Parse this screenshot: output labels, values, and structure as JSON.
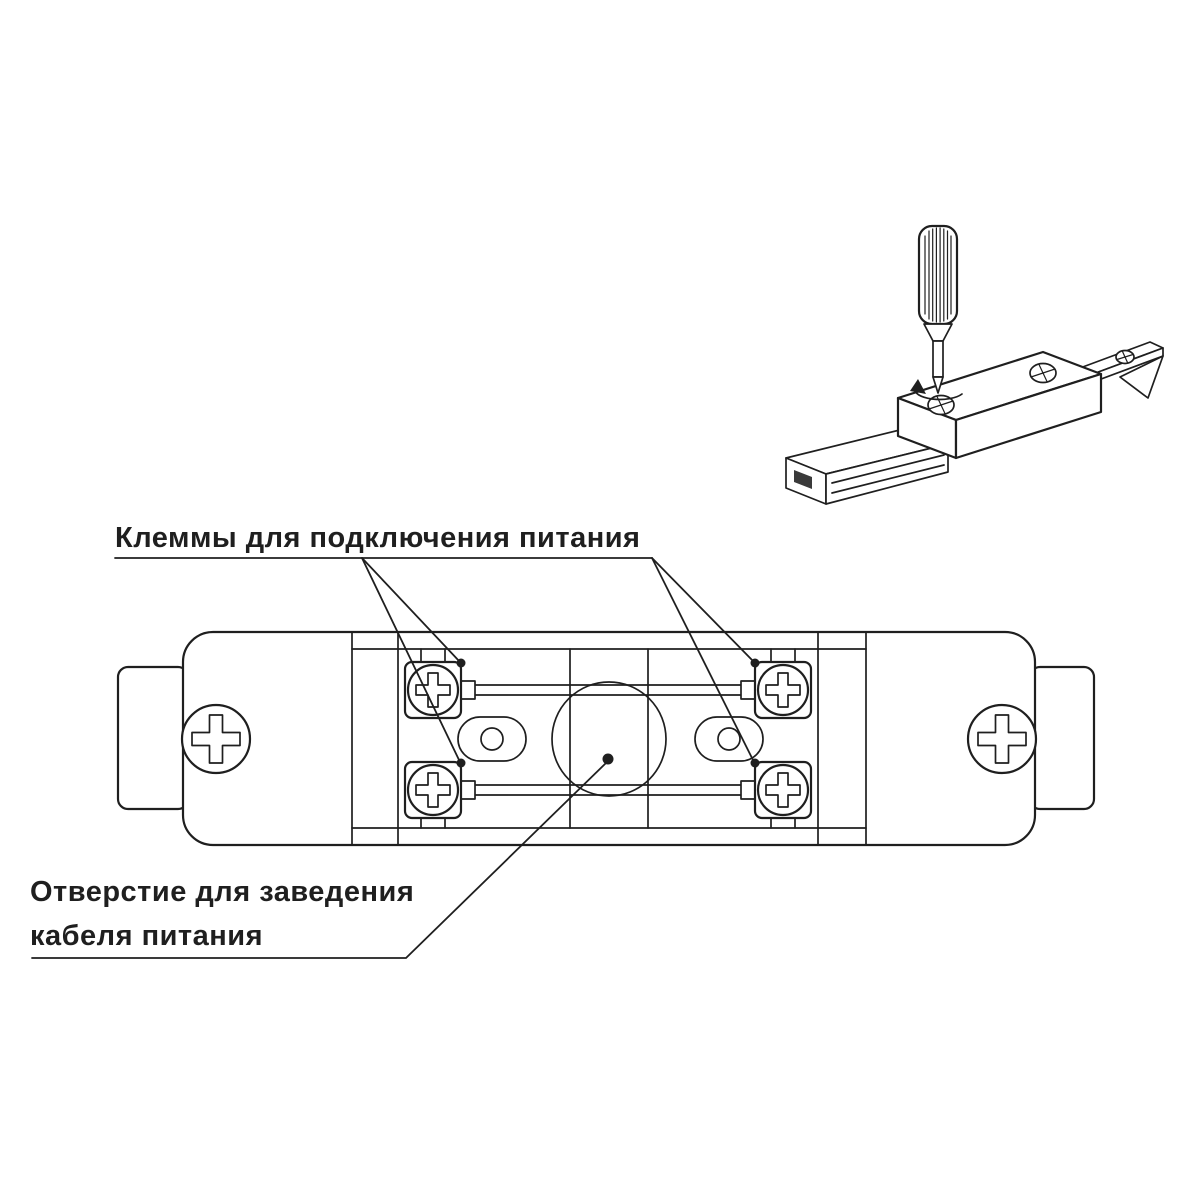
{
  "colors": {
    "line": "#1f1f1f",
    "text": "#1f1f1f",
    "bg": "#ffffff",
    "slot": "#3a3a3a"
  },
  "labels": {
    "terminals": "Клеммы для подключения питания",
    "cable_hole_line1": "Отверстие для заведения",
    "cable_hole_line2": "кабеля питания"
  },
  "diagram": {
    "type": "technical-illustration",
    "views": [
      "isometric-installation-view",
      "top-plan-view"
    ],
    "parts": [
      {
        "name": "screwdriver",
        "icon": "screwdriver-icon"
      },
      {
        "name": "rotation-arrow",
        "icon": "rotation-arrow-icon"
      },
      {
        "name": "power-feed-connector-3d",
        "icon": "connector-box-3d-icon"
      },
      {
        "name": "track-segment",
        "icon": "track-rail-icon"
      },
      {
        "name": "mating-connector",
        "icon": "connector-half-icon"
      },
      {
        "name": "connector-top-view",
        "icon": "connector-top-view-icon"
      },
      {
        "name": "terminal-screws",
        "count": 4
      },
      {
        "name": "mounting-screws",
        "count": 2
      },
      {
        "name": "cable-entry-hole",
        "count": 1
      }
    ]
  }
}
